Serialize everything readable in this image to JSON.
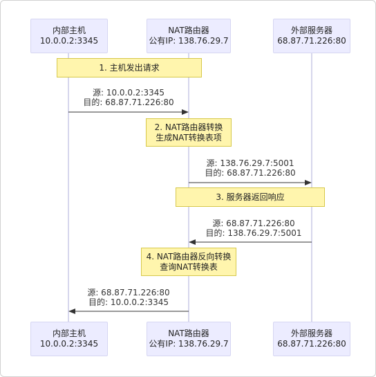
{
  "participants": [
    {
      "name": "内部主机",
      "addr": "10.0.0.2:3345"
    },
    {
      "name": "NAT路由器",
      "addr": "公有IP: 138.76.29.7"
    },
    {
      "name": "外部服务器",
      "addr": "68.87.71.226:80"
    }
  ],
  "notes": [
    {
      "line1": "1. 主机发出请求",
      "line2": ""
    },
    {
      "line1": "2. NAT路由器转换",
      "line2": "生成NAT转换表项"
    },
    {
      "line1": "3. 服务器返回响应",
      "line2": ""
    },
    {
      "line1": "4. NAT路由器反向转换",
      "line2": "查询NAT转换表"
    }
  ],
  "messages": [
    {
      "from": 0,
      "to": 1,
      "src": "源: 10.0.0.2:3345",
      "dst": "目的: 68.87.71.226:80"
    },
    {
      "from": 1,
      "to": 2,
      "src": "源: 138.76.29.7:5001",
      "dst": "目的: 68.87.71.226:80"
    },
    {
      "from": 2,
      "to": 1,
      "src": "源: 68.87.71.226:80",
      "dst": "目的: 138.76.29.7:5001"
    },
    {
      "from": 1,
      "to": 0,
      "src": "源: 68.87.71.226:80",
      "dst": "目的: 10.0.0.2:3345"
    }
  ],
  "colors": {
    "actor_fill": "#ECECFF",
    "note_fill": "#FFF5AD",
    "line": "#333333",
    "lifeline": "#c8c8e6"
  }
}
